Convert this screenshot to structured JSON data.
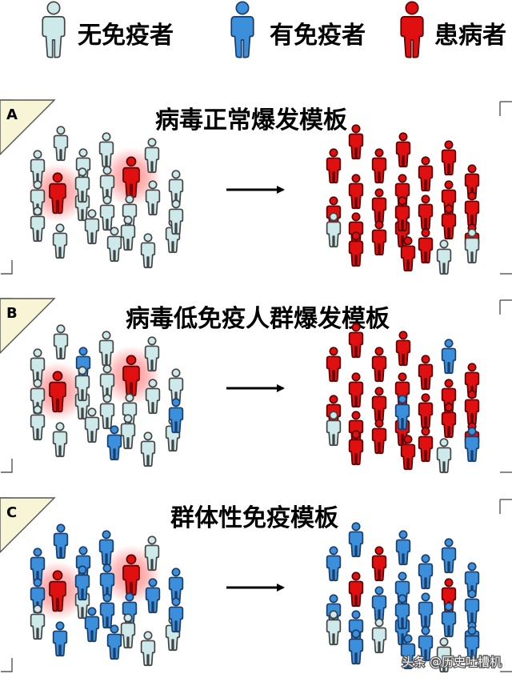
{
  "legend": {
    "items": [
      {
        "label": "无免疫者",
        "type": "n"
      },
      {
        "label": "有免疫者",
        "type": "i"
      },
      {
        "label": "患病者",
        "type": "s"
      }
    ]
  },
  "colors": {
    "n": {
      "fill": "#cde9ea",
      "stroke": "#444444"
    },
    "i": {
      "fill": "#3b8fdb",
      "stroke": "#1a3d6a"
    },
    "s": {
      "fill": "#e01010",
      "stroke": "#5a0000"
    },
    "glow": "#ff2a2a",
    "frame": "#555555",
    "arrow": "#000000"
  },
  "panels": [
    {
      "letter": "A",
      "title": "病毒正常爆发模板",
      "before": [
        "n",
        "n",
        "n",
        "n",
        "n",
        "s",
        "n",
        "s",
        "n",
        "n",
        "n",
        "n",
        "n",
        "n",
        "n",
        "n",
        "n",
        "n",
        "n",
        "n",
        "n",
        "n",
        "n"
      ],
      "after": [
        "s",
        "s",
        "s",
        "s",
        "s",
        "s",
        "s",
        "s",
        "s",
        "s",
        "s",
        "s",
        "s",
        "s",
        "s",
        "s",
        "s",
        "s",
        "s",
        "s",
        "n",
        "s",
        "s",
        "s",
        "n",
        "n"
      ]
    },
    {
      "letter": "B",
      "title": "病毒低免疫人群爆发模板",
      "before": [
        "n",
        "n",
        "i",
        "n",
        "n",
        "s",
        "n",
        "s",
        "n",
        "n",
        "n",
        "n",
        "n",
        "n",
        "n",
        "n",
        "n",
        "n",
        "i",
        "n",
        "n",
        "n",
        "i"
      ],
      "after": [
        "s",
        "s",
        "i",
        "s",
        "s",
        "s",
        "s",
        "s",
        "s",
        "s",
        "s",
        "s",
        "s",
        "s",
        "s",
        "s",
        "s",
        "s",
        "s",
        "s",
        "n",
        "i",
        "s",
        "s",
        "n",
        "i"
      ]
    },
    {
      "letter": "C",
      "title": "群体性免疫模板",
      "before": [
        "i",
        "i",
        "i",
        "i",
        "n",
        "s",
        "i",
        "s",
        "i",
        "n",
        "i",
        "i",
        "i",
        "i",
        "n",
        "i",
        "i",
        "n",
        "i",
        "n",
        "i",
        "n",
        "i"
      ],
      "after": [
        "i",
        "i",
        "i",
        "i",
        "s",
        "i",
        "i",
        "s",
        "i",
        "s",
        "i",
        "i",
        "i",
        "i",
        "i",
        "i",
        "i",
        "n",
        "i",
        "i",
        "n",
        "i",
        "i",
        "i",
        "n",
        "i"
      ]
    }
  ],
  "watermark": "头条 @历史吐槽机"
}
